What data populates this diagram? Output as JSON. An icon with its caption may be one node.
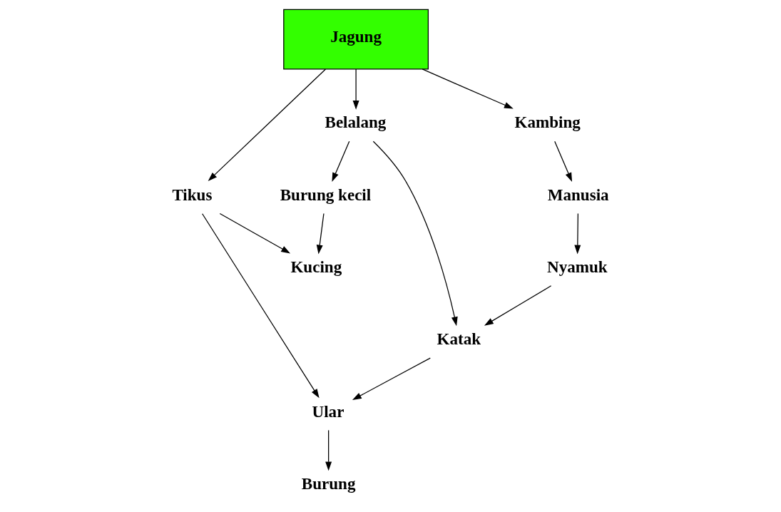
{
  "diagram": {
    "nodes": [
      {
        "text": [
          "Jagung"
        ]
      },
      {
        "text": [
          "Tikus"
        ]
      },
      {
        "text": [
          "Belalang"
        ]
      },
      {
        "text": [
          "Kambing"
        ]
      },
      {
        "text": [
          "Burung kecil"
        ]
      },
      {
        "text": [
          "Kucing"
        ]
      },
      {
        "text": [
          "Manusia"
        ]
      },
      {
        "text": [
          "Nyamuk"
        ]
      },
      {
        "text": [
          "Ular"
        ]
      },
      {
        "text": [
          "Katak"
        ]
      },
      {
        "text": [
          "Burung"
        ]
      }
    ],
    "edges": [
      {
        "from": 0,
        "to": 1,
        "arrow": "to"
      },
      {
        "from": 0,
        "to": 2,
        "arrow": "to"
      },
      {
        "from": 0,
        "to": 3,
        "arrow": "to"
      },
      {
        "from": 3,
        "to": 6,
        "arrow": "to"
      },
      {
        "from": 6,
        "to": 7,
        "arrow": "to"
      },
      {
        "from": 2,
        "to": 4,
        "arrow": "to"
      },
      {
        "from": 2,
        "to": 9,
        "arrow": "to"
      },
      {
        "from": 1,
        "to": 5,
        "arrow": "to"
      },
      {
        "from": 1,
        "to": 8,
        "arrow": "to"
      },
      {
        "from": 4,
        "to": 5,
        "arrow": "to"
      },
      {
        "from": 7,
        "to": 9,
        "arrow": "to"
      },
      {
        "from": 9,
        "to": 8,
        "arrow": "to"
      },
      {
        "from": 8,
        "to": 10,
        "arrow": "to"
      }
    ]
  }
}
